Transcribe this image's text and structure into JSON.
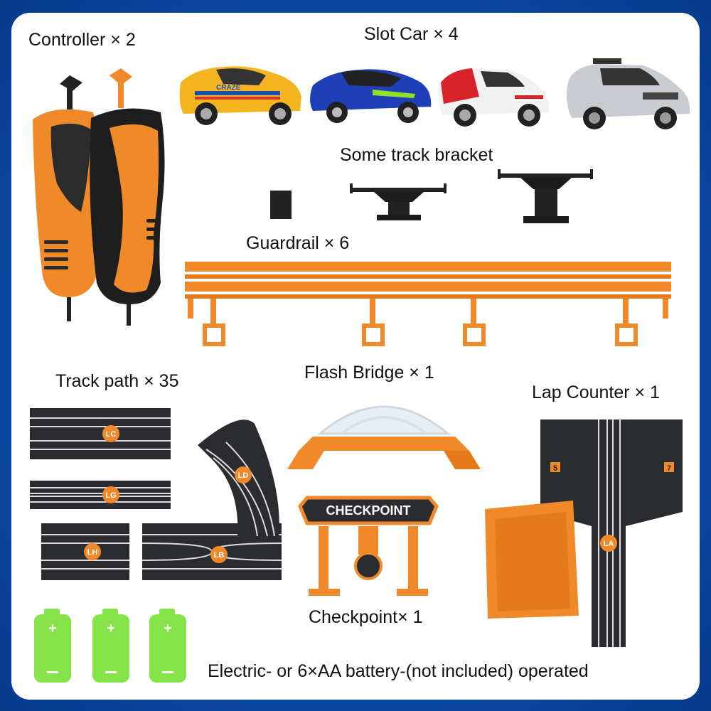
{
  "labels": {
    "controller": "Controller × 2",
    "slot_car": "Slot Car × 4",
    "bracket": "Some track bracket",
    "guardrail": "Guardrail × 6",
    "track_path": "Track path × 35",
    "flash_bridge": "Flash Bridge × 1",
    "lap_counter": "Lap Counter × 1",
    "checkpoint": "Checkpoint× 1",
    "battery_note": "Electric- or 6×AA battery-(not included) operated"
  },
  "track_codes": {
    "lc": "LC",
    "ld": "LD",
    "lg": "LG",
    "lh": "LH",
    "lb": "LB",
    "la": "LA"
  },
  "checkpoint_sign": "CHECKPOINT",
  "car_decals": {
    "yellow": "CRAZE"
  },
  "lap_counter_digits": {
    "left": "5",
    "right": "7"
  },
  "colors": {
    "orange": "#f0892a",
    "track": "#2a2c30",
    "battery": "#86e34a",
    "frame_blue": "#0c55b8"
  }
}
